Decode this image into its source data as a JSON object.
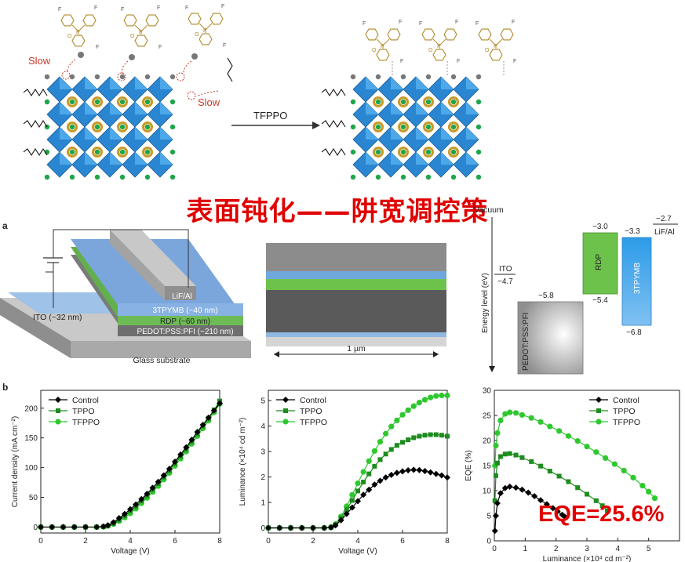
{
  "top_scheme": {
    "slow_label_1": "Slow",
    "slow_label_2": "Slow",
    "arrow_label": "TFPPO",
    "fluorine": "F",
    "phosphorus": "P",
    "oxygen": "O"
  },
  "banner": "表面钝化——阱宽调控策",
  "panel_a": {
    "letter": "a",
    "layers": {
      "lif": "LiF/Al",
      "tpymb": "3TPYMB (~40 nm)",
      "rdp": "RDP (~60 nm)",
      "pedot": "PEDOT:PSS:PFI (~210 nm)",
      "ito": "ITO (~32 nm)",
      "glass": "Glass substrate"
    },
    "sem_scale": "1 µm",
    "energy": {
      "vacuum": "Vacuum",
      "axis_label": "Energy level (eV)",
      "ito": "ITO",
      "ito_val": "−4.7",
      "pedot": "PEDOT:PSS:PFI",
      "pedot_val": "−5.8",
      "rdp": "RDP",
      "rdp_top": "−3.0",
      "rdp_bottom": "−5.4",
      "tpymb": "3TPYMB",
      "tpymb_top": "−3.3",
      "tpymb_bottom": "−6.8",
      "lif": "LiF/Al",
      "lif_val": "−2.7"
    }
  },
  "panel_b": {
    "letter": "b"
  },
  "eqe_callout": "EQE=25.6%",
  "colors": {
    "control": "#000000",
    "tppo": "#1e8c1e",
    "tfppo": "#2ec82e",
    "banner": "#e00000"
  },
  "chart_data": [
    {
      "type": "line",
      "xlabel": "Voltage (V)",
      "ylabel": "Current density (mA cm⁻²)",
      "xlim": [
        0,
        8
      ],
      "ylim": [
        -10,
        230
      ],
      "xticks": [
        0,
        2,
        4,
        6,
        8
      ],
      "yticks": [
        0,
        50,
        100,
        150,
        200
      ],
      "legend": "top-left",
      "x": [
        0,
        0.5,
        1,
        1.5,
        2,
        2.5,
        2.8,
        3,
        3.25,
        3.5,
        3.75,
        4,
        4.25,
        4.5,
        4.75,
        5,
        5.25,
        5.5,
        5.75,
        6,
        6.25,
        6.5,
        6.75,
        7,
        7.25,
        7.5,
        7.75,
        8
      ],
      "series": [
        {
          "name": "Control",
          "marker": "diamond",
          "values": [
            0,
            0,
            0,
            0,
            0,
            0,
            1,
            3,
            8,
            15,
            22,
            30,
            38,
            47,
            56,
            66,
            76,
            87,
            98,
            110,
            122,
            134,
            147,
            160,
            172,
            184,
            196,
            208
          ]
        },
        {
          "name": "TPPO",
          "marker": "square",
          "values": [
            0,
            0,
            0,
            0,
            0,
            0,
            0.5,
            2,
            6,
            12,
            19,
            27,
            35,
            44,
            53,
            63,
            73,
            84,
            95,
            107,
            119,
            131,
            144,
            157,
            170,
            183,
            197,
            212
          ]
        },
        {
          "name": "TFPPO",
          "marker": "circle",
          "values": [
            0,
            0,
            0,
            0,
            0,
            0,
            0.5,
            2,
            5,
            10,
            16,
            23,
            31,
            40,
            49,
            59,
            69,
            80,
            91,
            103,
            115,
            127,
            140,
            153,
            166,
            179,
            193,
            207
          ]
        }
      ]
    },
    {
      "type": "line",
      "xlabel": "Voltage (V)",
      "ylabel": "Luminance (×10⁴ cd m⁻²)",
      "xlim": [
        0,
        8
      ],
      "ylim": [
        -0.2,
        5.4
      ],
      "xticks": [
        0,
        2,
        4,
        6,
        8
      ],
      "yticks": [
        0,
        1,
        2,
        3,
        4,
        5
      ],
      "legend": "top-left",
      "x": [
        0,
        0.5,
        1,
        1.5,
        2,
        2.5,
        2.8,
        3,
        3.25,
        3.5,
        3.75,
        4,
        4.25,
        4.5,
        4.75,
        5,
        5.25,
        5.5,
        5.75,
        6,
        6.25,
        6.5,
        6.75,
        7,
        7.25,
        7.5,
        7.75,
        8
      ],
      "series": [
        {
          "name": "Control",
          "marker": "diamond",
          "values": [
            0,
            0,
            0,
            0,
            0,
            0,
            0.02,
            0.1,
            0.3,
            0.55,
            0.8,
            1.05,
            1.3,
            1.5,
            1.7,
            1.85,
            1.98,
            2.08,
            2.16,
            2.22,
            2.26,
            2.28,
            2.27,
            2.23,
            2.18,
            2.12,
            2.06,
            1.98
          ]
        },
        {
          "name": "TPPO",
          "marker": "square",
          "values": [
            0,
            0,
            0,
            0,
            0,
            0,
            0.02,
            0.12,
            0.38,
            0.72,
            1.08,
            1.45,
            1.8,
            2.12,
            2.42,
            2.68,
            2.9,
            3.08,
            3.24,
            3.36,
            3.46,
            3.54,
            3.6,
            3.64,
            3.66,
            3.66,
            3.64,
            3.6
          ]
        },
        {
          "name": "TFPPO",
          "marker": "circle",
          "values": [
            0,
            0,
            0,
            0,
            0,
            0,
            0.03,
            0.15,
            0.45,
            0.85,
            1.3,
            1.75,
            2.2,
            2.62,
            3.02,
            3.38,
            3.7,
            3.98,
            4.22,
            4.44,
            4.62,
            4.78,
            4.92,
            5.03,
            5.12,
            5.18,
            5.2,
            5.2
          ]
        }
      ]
    },
    {
      "type": "line",
      "xlabel": "Luminance (×10⁴ cd m⁻²)",
      "ylabel": "EQE (%)",
      "xlim": [
        0,
        6
      ],
      "ylim": [
        0,
        30
      ],
      "xticks": [
        0,
        1,
        2,
        3,
        4,
        5
      ],
      "yticks": [
        0,
        5,
        10,
        15,
        20,
        25,
        30
      ],
      "legend": "top-right",
      "series": [
        {
          "name": "Control",
          "marker": "diamond",
          "x": [
            0.02,
            0.05,
            0.1,
            0.2,
            0.35,
            0.5,
            0.7,
            0.9,
            1.1,
            1.3,
            1.5,
            1.7,
            1.9,
            2.05,
            2.2,
            2.28
          ],
          "values": [
            2,
            5,
            7.5,
            9.5,
            10.5,
            10.8,
            10.6,
            10.2,
            9.6,
            8.9,
            8.1,
            7.3,
            6.5,
            5.9,
            5.2,
            4.8
          ]
        },
        {
          "name": "TPPO",
          "marker": "square",
          "x": [
            0.02,
            0.05,
            0.1,
            0.2,
            0.35,
            0.5,
            0.7,
            0.9,
            1.2,
            1.5,
            1.8,
            2.1,
            2.4,
            2.7,
            3.0,
            3.3,
            3.5,
            3.66
          ],
          "values": [
            8,
            13,
            15.5,
            16.8,
            17.3,
            17.4,
            17.1,
            16.6,
            15.8,
            14.9,
            13.9,
            12.9,
            11.8,
            10.6,
            9.3,
            8.0,
            7.0,
            6.0
          ]
        },
        {
          "name": "TFPPO",
          "marker": "circle",
          "x": [
            0.02,
            0.05,
            0.1,
            0.2,
            0.35,
            0.5,
            0.7,
            0.9,
            1.2,
            1.5,
            1.8,
            2.1,
            2.4,
            2.7,
            3.0,
            3.3,
            3.6,
            3.9,
            4.2,
            4.5,
            4.8,
            5.0,
            5.2
          ],
          "values": [
            15,
            19,
            21.5,
            24,
            25.3,
            25.6,
            25.5,
            25.1,
            24.5,
            23.7,
            22.8,
            21.9,
            20.9,
            19.9,
            18.8,
            17.7,
            16.5,
            15.3,
            14.0,
            12.6,
            11.0,
            9.8,
            8.5
          ]
        }
      ]
    }
  ]
}
